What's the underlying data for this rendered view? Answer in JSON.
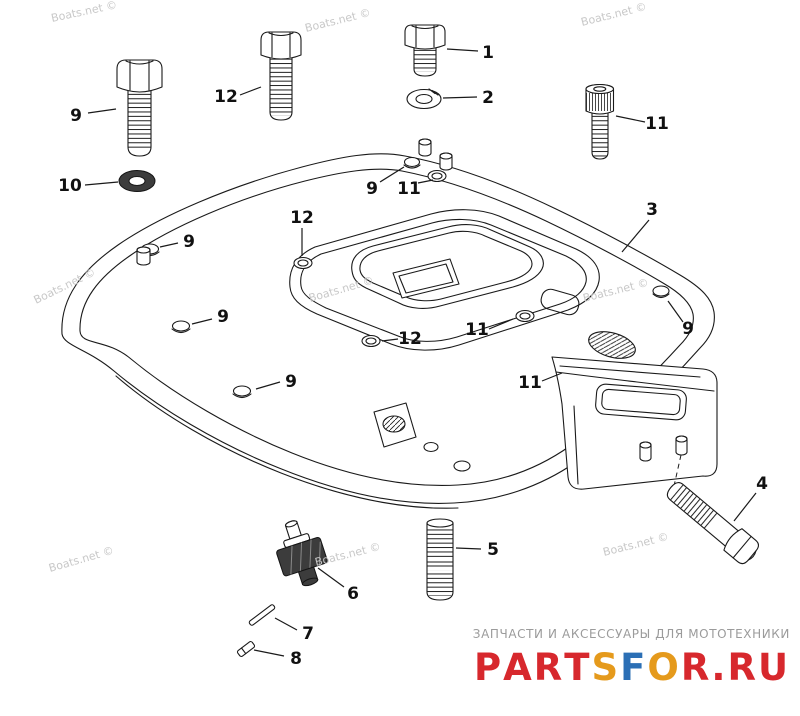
{
  "watermark": {
    "text": "Boats.net ©"
  },
  "callouts": [
    {
      "target": "hex-bolt",
      "label": "9"
    },
    {
      "target": "hex-bolt",
      "label": "12"
    },
    {
      "target": "hex-bolt",
      "label": "1"
    },
    {
      "target": "lock-washer",
      "label": "2"
    },
    {
      "target": "washer",
      "label": "10"
    },
    {
      "target": "socket-screw",
      "label": "11"
    },
    {
      "target": "plate-hole",
      "label": "9"
    },
    {
      "target": "plate-hole",
      "label": "11"
    },
    {
      "target": "adapter-plate",
      "label": "3"
    },
    {
      "target": "gasket-hole",
      "label": "12"
    },
    {
      "target": "plate-hole",
      "label": "9"
    },
    {
      "target": "plate-hole",
      "label": "9"
    },
    {
      "target": "plate-hole",
      "label": "9"
    },
    {
      "target": "gasket-hole",
      "label": "12"
    },
    {
      "target": "gasket-hole",
      "label": "11"
    },
    {
      "target": "plate-hole",
      "label": "9"
    },
    {
      "target": "housing-stud-hole",
      "label": "11"
    },
    {
      "target": "hex-bolt",
      "label": "4"
    },
    {
      "target": "stud",
      "label": "5"
    },
    {
      "target": "valve",
      "label": "6"
    },
    {
      "target": "pin",
      "label": "7"
    },
    {
      "target": "pin",
      "label": "8"
    }
  ],
  "footer": {
    "tagline": "ЗАПЧАСТИ И АКСЕССУАРЫ ДЛЯ МОТОТЕХНИКИ",
    "logo_text": "PARTSFOR.RU",
    "logo_letter_colors": [
      "#d7282d",
      "#d7282d",
      "#d7282d",
      "#d7282d",
      "#e59a1c",
      "#2b6fb5",
      "#e59a1c",
      "#d7282d",
      "#d7282d",
      "#d7282d",
      "#d7282d"
    ]
  },
  "colors": {
    "line": "#1a1a1a",
    "watermark": "#c8c8c8",
    "tagline": "#9b9b9b"
  }
}
